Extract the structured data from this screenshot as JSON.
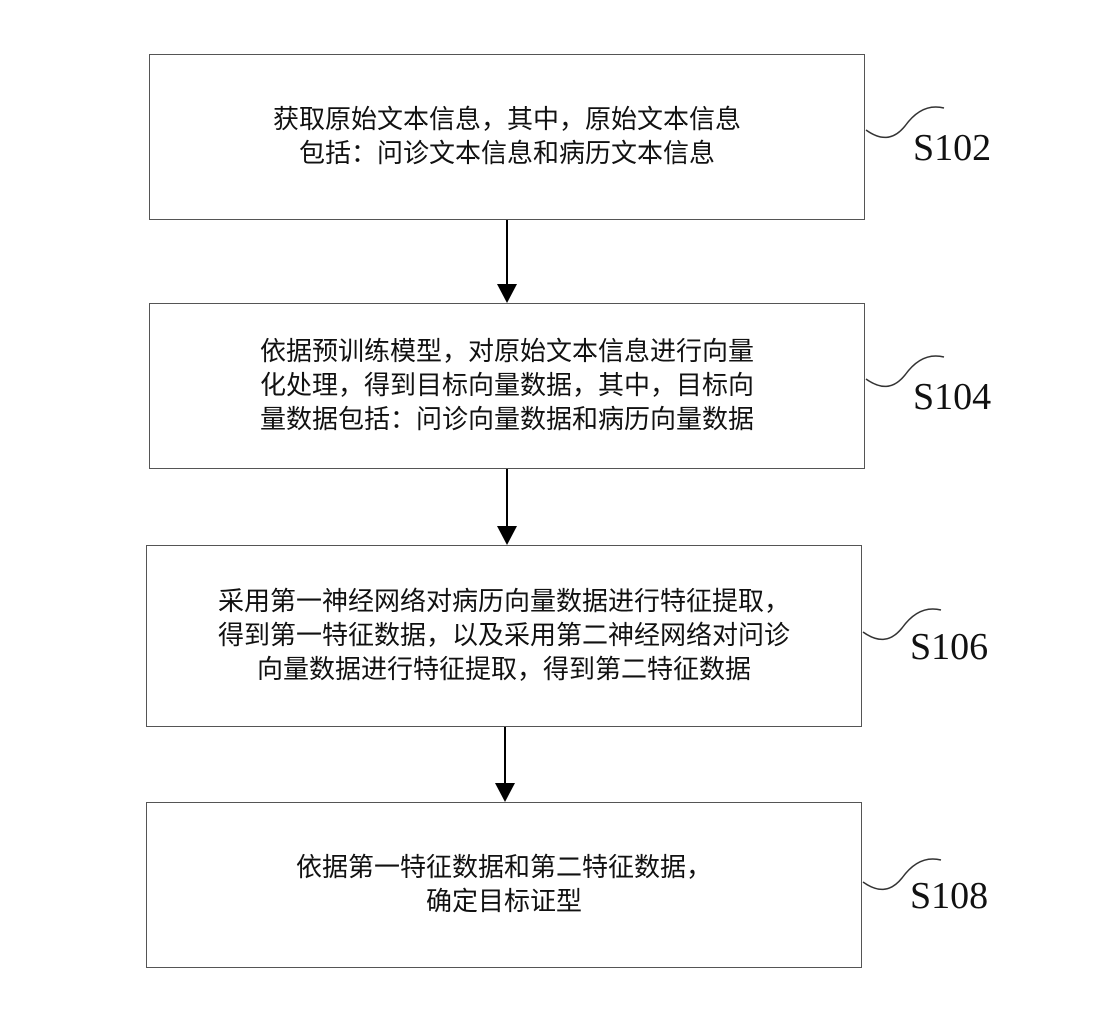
{
  "steps": [
    {
      "id": "S102",
      "label": "S102",
      "lines": [
        "获取原始文本信息，其中，原始文本信息",
        "包括：问诊文本信息和病历文本信息"
      ]
    },
    {
      "id": "S104",
      "label": "S104",
      "lines": [
        "依据预训练模型，对原始文本信息进行向量",
        "化处理，得到目标向量数据，其中，目标向",
        "量数据包括：问诊向量数据和病历向量数据"
      ]
    },
    {
      "id": "S106",
      "label": "S106",
      "lines": [
        "采用第一神经网络对病历向量数据进行特征提取，",
        "得到第一特征数据，以及采用第二神经网络对问诊",
        "向量数据进行特征提取，得到第二特征数据"
      ]
    },
    {
      "id": "S108",
      "label": "S108",
      "lines": [
        "依据第一特征数据和第二特征数据，",
        "确定目标证型"
      ]
    }
  ],
  "colors": {
    "border": "#555555",
    "text": "#111111",
    "arrow": "#000000"
  }
}
